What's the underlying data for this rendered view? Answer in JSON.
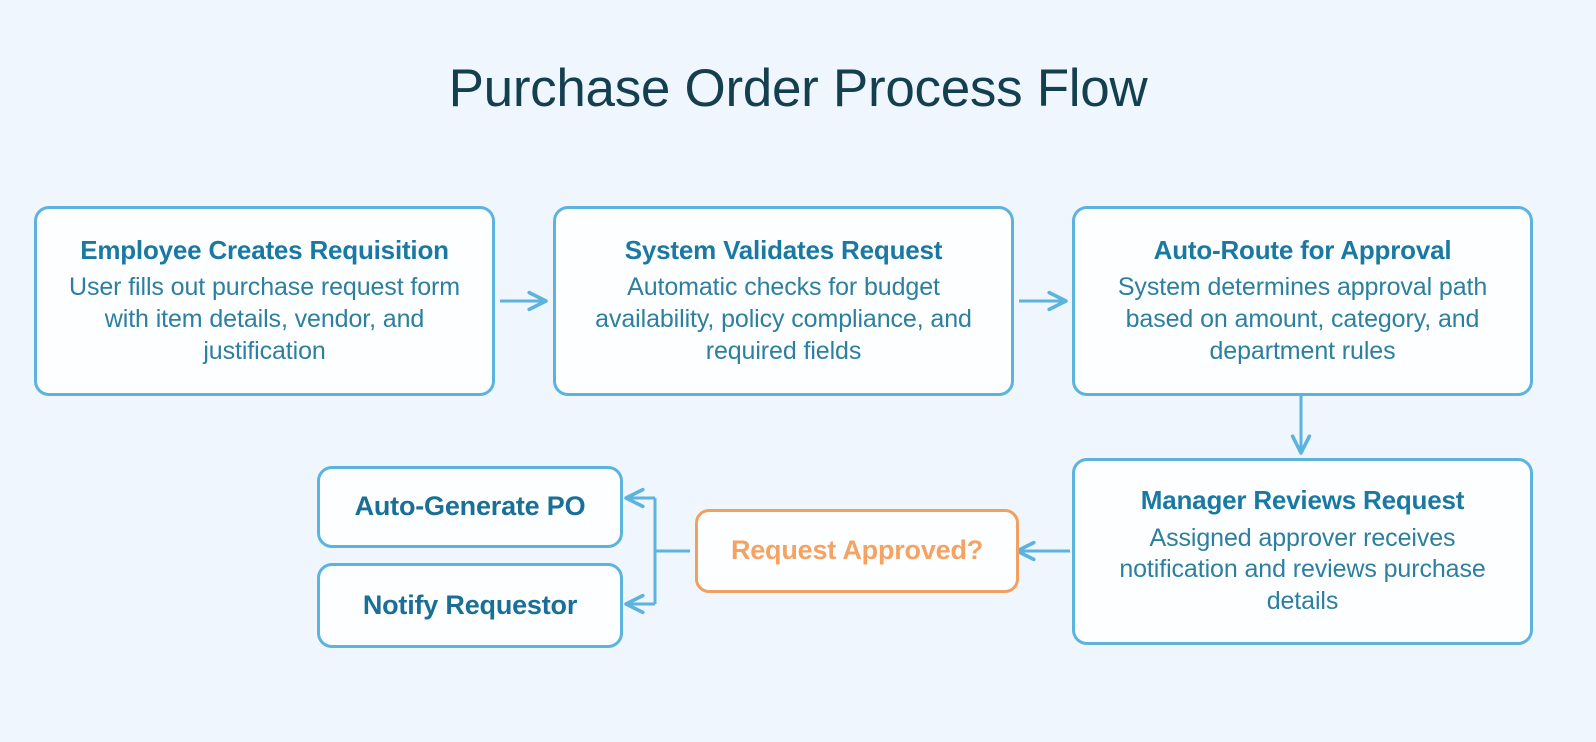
{
  "diagram": {
    "title": "Purchase Order Process Flow",
    "background_color": "#eff6fd",
    "accent_color": "#5cb3dd",
    "decision_color": "#f0a060",
    "title_color": "#133f4f",
    "nodes": [
      {
        "id": "employee-creates-requisition",
        "title": "Employee Creates Requisition",
        "desc": "User fills out purchase request form with item details, vendor, and justification",
        "type": "process"
      },
      {
        "id": "system-validates-request",
        "title": "System Validates Request",
        "desc": "Automatic checks for budget availability, policy compliance, and required fields",
        "type": "process"
      },
      {
        "id": "auto-route-for-approval",
        "title": "Auto-Route for Approval",
        "desc": "System determines approval path based on amount, category, and department rules",
        "type": "process"
      },
      {
        "id": "manager-reviews-request",
        "title": "Manager Reviews Request",
        "desc": "Assigned approver receives notification and reviews purchase details",
        "type": "process"
      },
      {
        "id": "request-approved",
        "title": "Request Approved?",
        "desc": "",
        "type": "decision"
      },
      {
        "id": "auto-generate-po",
        "title": "Auto-Generate PO",
        "desc": "",
        "type": "terminal"
      },
      {
        "id": "notify-requestor",
        "title": "Notify Requestor",
        "desc": "",
        "type": "terminal"
      }
    ],
    "edges": [
      {
        "from": "employee-creates-requisition",
        "to": "system-validates-request",
        "label": ""
      },
      {
        "from": "system-validates-request",
        "to": "auto-route-for-approval",
        "label": ""
      },
      {
        "from": "auto-route-for-approval",
        "to": "manager-reviews-request",
        "label": ""
      },
      {
        "from": "manager-reviews-request",
        "to": "request-approved",
        "label": ""
      },
      {
        "from": "request-approved",
        "to": "auto-generate-po",
        "label": ""
      },
      {
        "from": "request-approved",
        "to": "notify-requestor",
        "label": ""
      }
    ]
  }
}
